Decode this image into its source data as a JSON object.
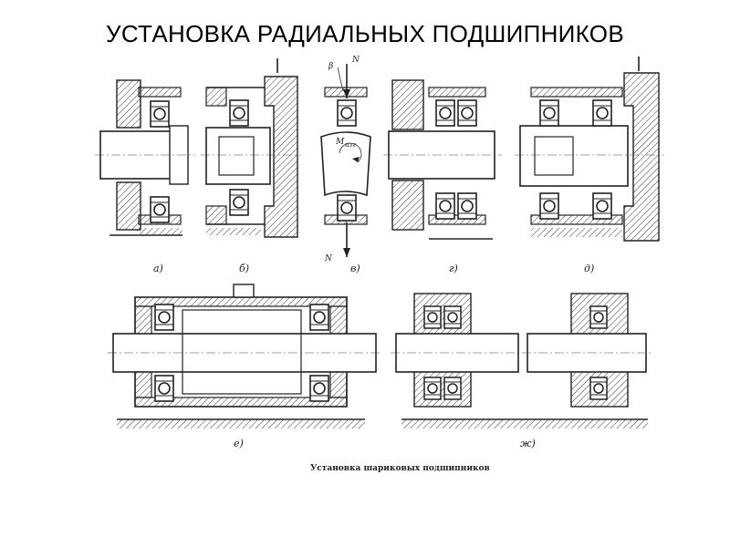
{
  "title": "УСТАНОВКА РАДИАЛЬНЫХ ПОДШИПНИКОВ",
  "figure": {
    "labels": {
      "a": "а)",
      "b": "б)",
      "v": "в)",
      "g": "г)",
      "d": "д)",
      "e": "е)",
      "zh": "ж)"
    },
    "symbols": {
      "beta": "β",
      "n_top": "N",
      "n_bottom": "N",
      "moment": "M",
      "moment_sub": "изг"
    },
    "caption": "Установка шариковых подшипников"
  }
}
